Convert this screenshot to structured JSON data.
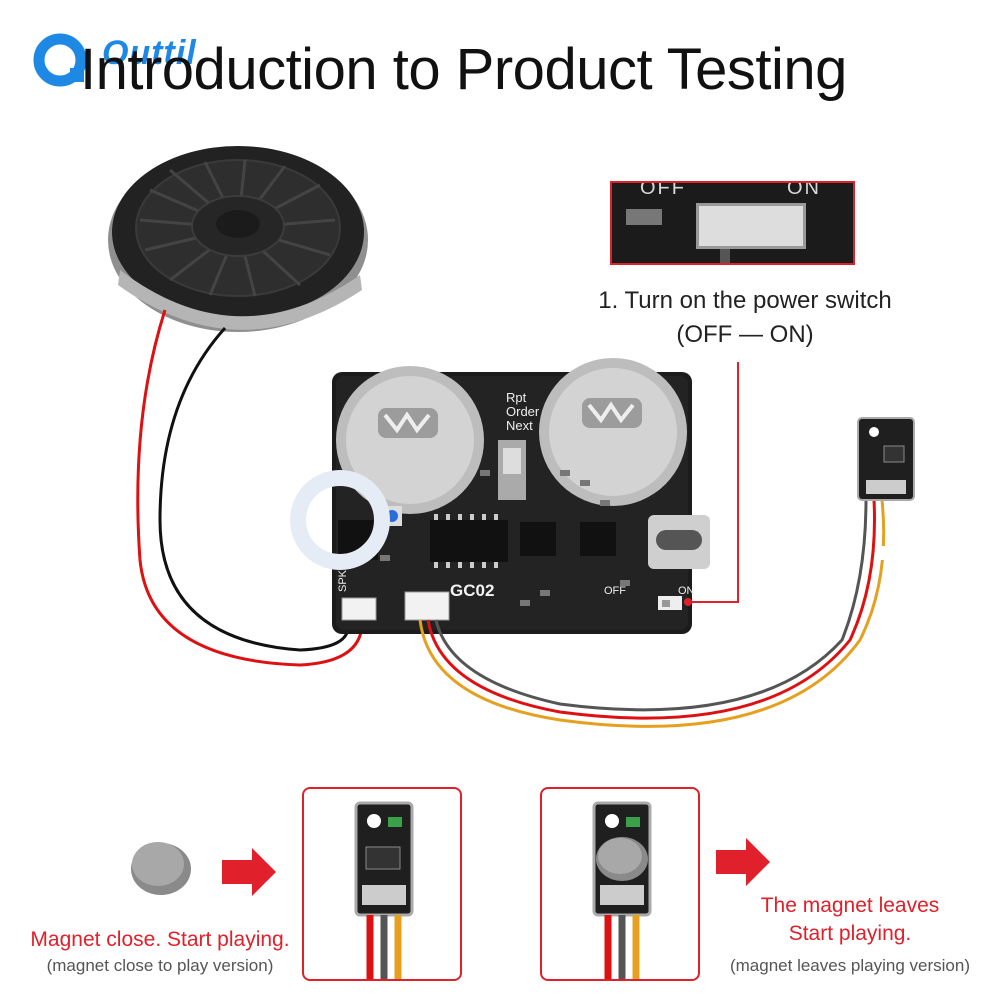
{
  "brand": {
    "name": "Outtil"
  },
  "title": "Introduction to Product Testing",
  "inset": {
    "off_label": "OFF",
    "on_label": "ON"
  },
  "step1": {
    "line1": "1. Turn on the power switch",
    "line2": "(OFF — ON)"
  },
  "board": {
    "model": "GC02",
    "labels": {
      "rpt": "Rpt",
      "order": "Order",
      "next": "Next",
      "spk": "SPK",
      "off": "OFF",
      "on": "ON"
    }
  },
  "captions": {
    "close_title": "Magnet close. Start playing.",
    "close_sub": "(magnet close to play version)",
    "leave_title_1": "The magnet leaves",
    "leave_title_2": "Start playing.",
    "leave_sub": "(magnet leaves playing version)"
  },
  "colors": {
    "accent": "#e0202a",
    "brand": "#1e88e5",
    "pcb": "#1c1c1c"
  }
}
